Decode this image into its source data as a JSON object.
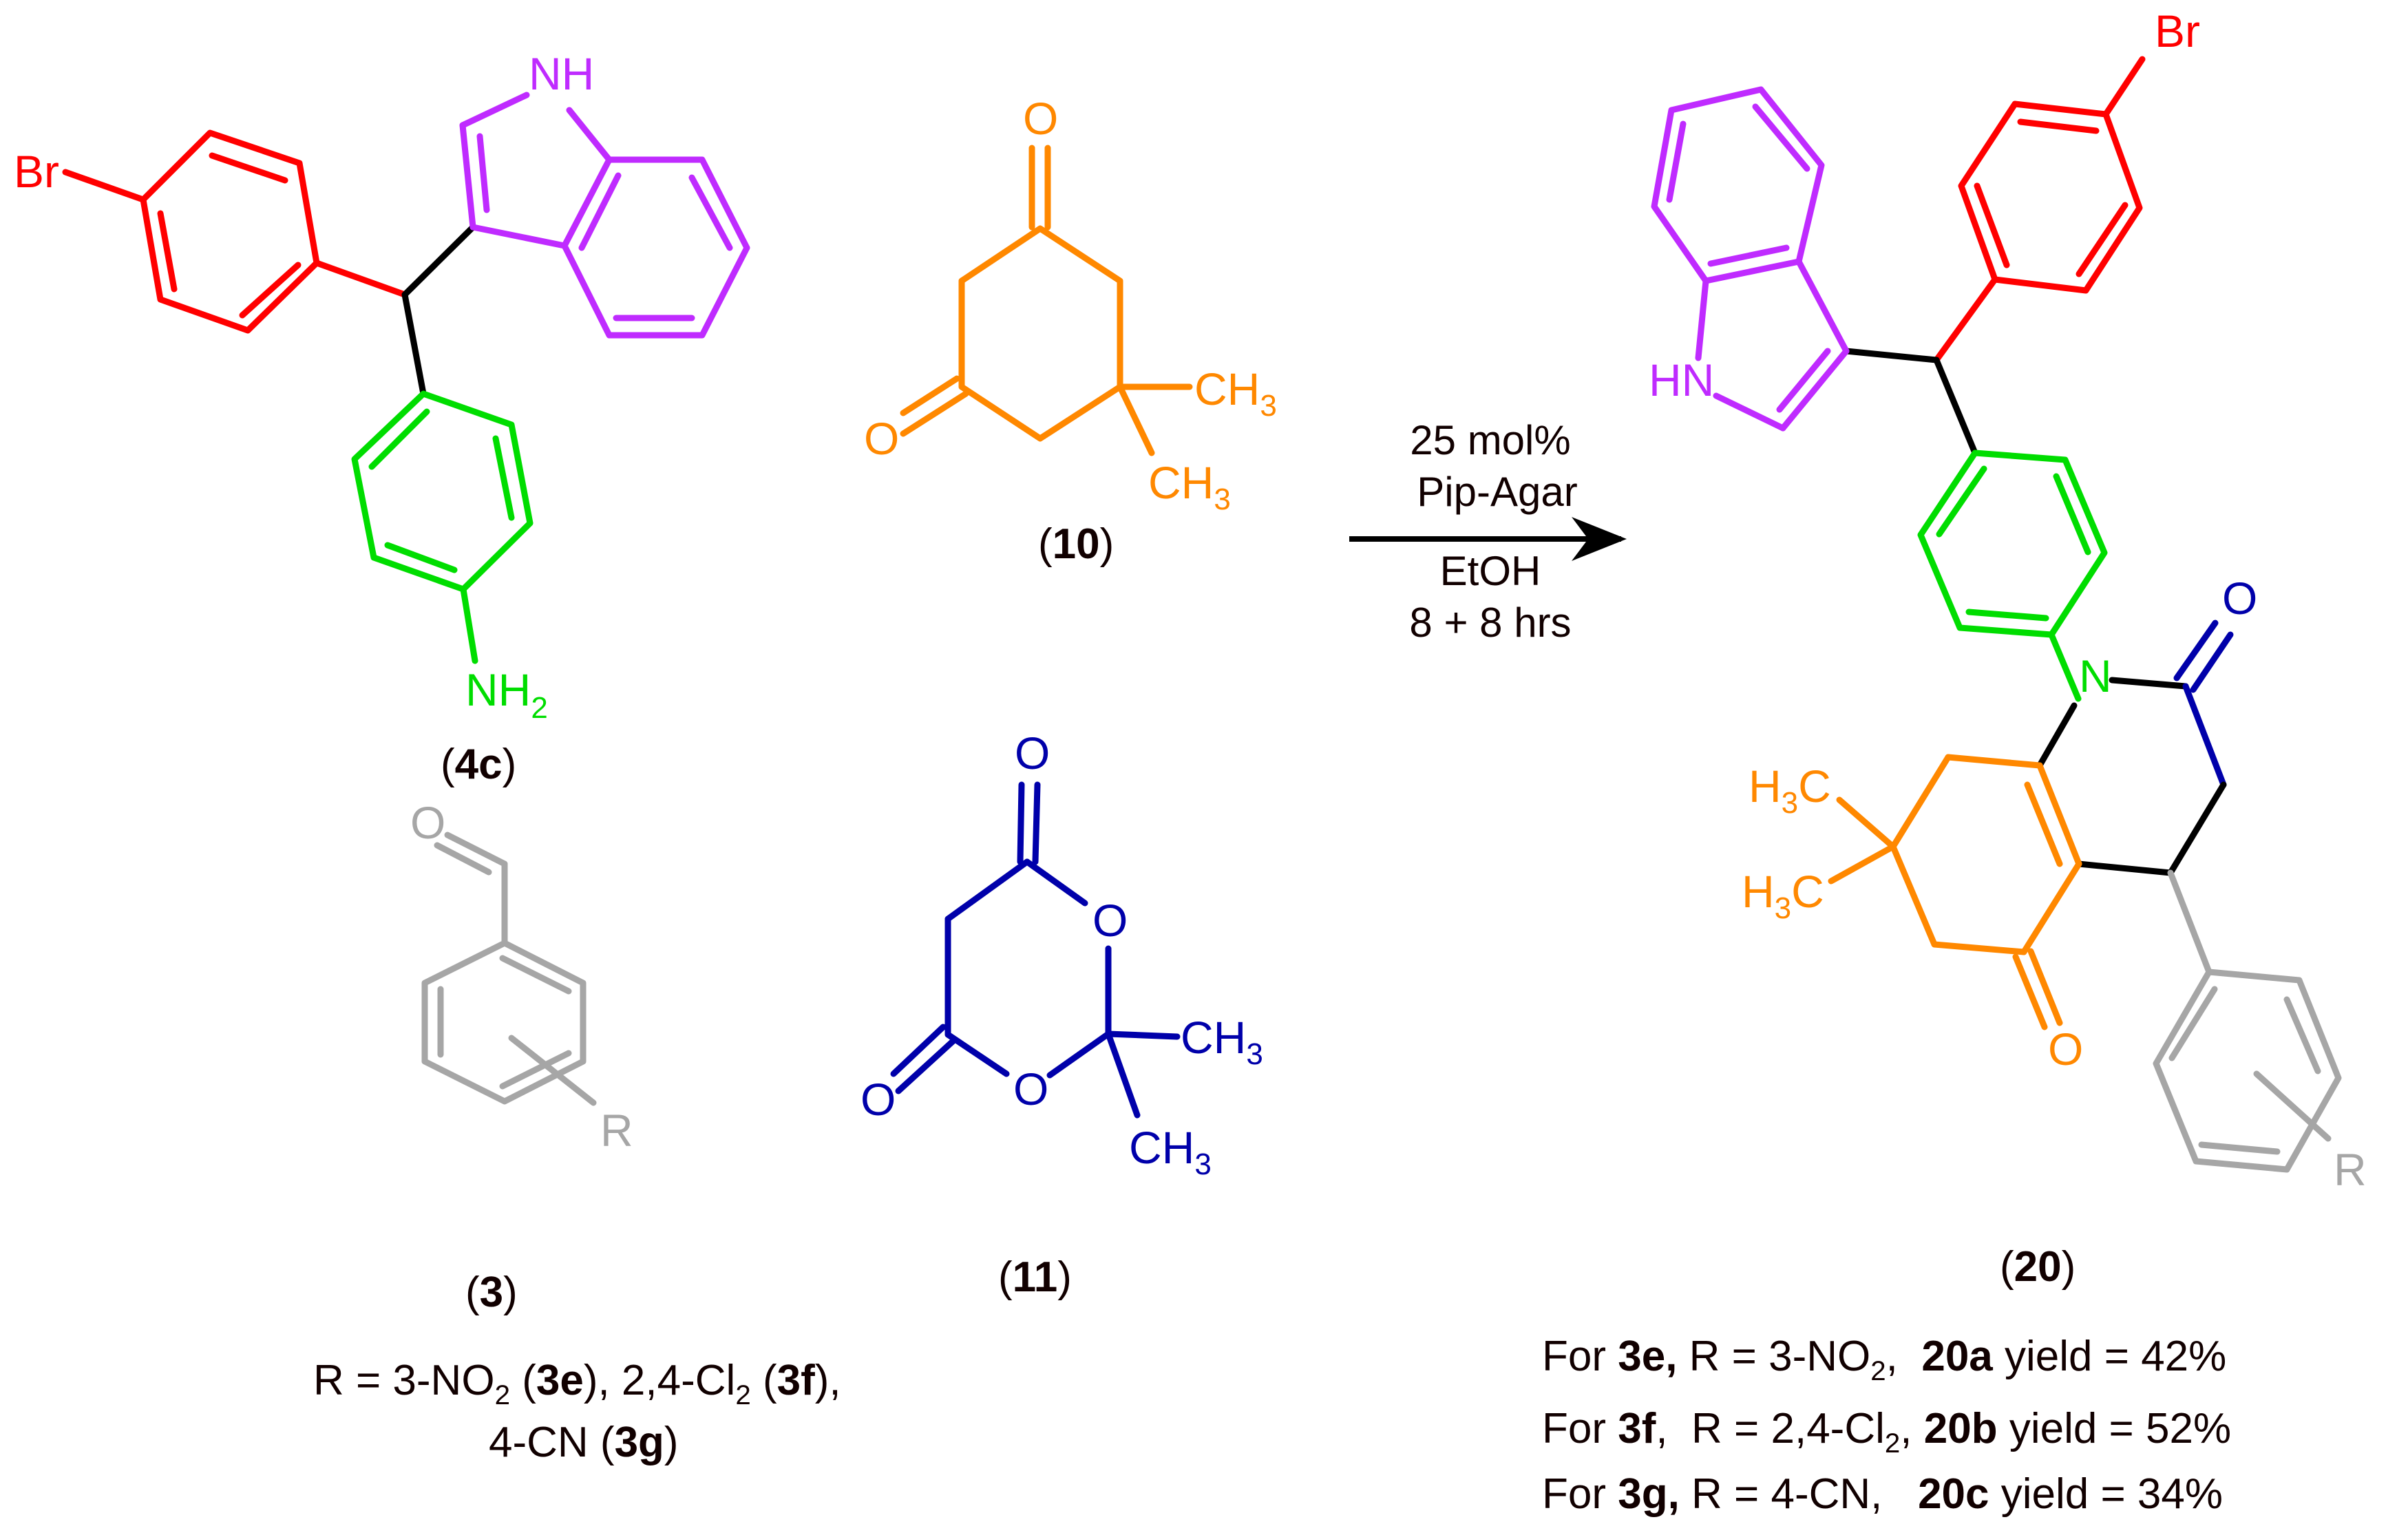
{
  "scheme": {
    "type": "reaction-scheme",
    "reactants": [
      {
        "id": "4c",
        "label_open": "(",
        "label_bold": "4c",
        "label_close": ")",
        "atoms": {
          "br": "Br",
          "nh": "NH",
          "nh2_main": "NH",
          "nh2_sub": "2"
        },
        "color_groups": {
          "bromophenyl": "#ff0000",
          "indole": "#bf2bff",
          "aniline": "#00dd00"
        }
      },
      {
        "id": "10",
        "label_open": "(",
        "label_bold": "10",
        "label_close": ")",
        "atoms": {
          "o_top": "O",
          "o_left": "O",
          "ch3_a": "CH",
          "ch3_b": "CH",
          "sub3": "3"
        },
        "color": "#ff8800"
      },
      {
        "id": "3",
        "label_open": "(",
        "label_bold": "3",
        "label_close": ")",
        "atoms": {
          "o": "O",
          "r": "R"
        },
        "color": "#a6a6a6"
      },
      {
        "id": "11",
        "label_open": "(",
        "label_bold": "11",
        "label_close": ")",
        "atoms": {
          "o_top": "O",
          "o_left": "O",
          "o_ring_a": "O",
          "o_ring_b": "O",
          "ch3_a": "CH",
          "ch3_b": "CH",
          "sub3": "3"
        },
        "color": "#0000aa"
      }
    ],
    "substituents_note": {
      "prefix": "R = 3-NO",
      "sub1": "2",
      "p1_open": " (",
      "b1": "3e",
      "p1_close": "), 2,4-Cl",
      "sub2": "2",
      "p2_open": " (",
      "b2": "3f",
      "p2_close": "),",
      "line2_prefix": "4-CN (",
      "b3": "3g",
      "line2_close": ")"
    },
    "conditions": {
      "catalyst_loading": "25 mol%",
      "catalyst": "Pip-Agar",
      "solvent": "EtOH",
      "time": "8 + 8 hrs"
    },
    "product": {
      "id": "20",
      "label_open": "(",
      "label_bold": "20",
      "label_close": ")",
      "atoms": {
        "br": "Br",
        "hn": "HN",
        "n": "N",
        "o_amide": "O",
        "o_ketone": "O",
        "h3c_a_h": "H",
        "h3c_a_sub": "3",
        "h3c_a_c": "C",
        "r": "R"
      },
      "yields": [
        {
          "for": "For ",
          "aldehyde": "3e,",
          "r_prefix": " R = 3-NO",
          "r_sub": "2",
          "r_suffix": ",  ",
          "compound": "20a",
          "yield_text": " yield = 42%",
          "yield_value": 42
        },
        {
          "for": "For ",
          "aldehyde": "3f",
          "r_prefix": ",  R = 2,4-Cl",
          "r_sub": "2",
          "r_suffix": ", ",
          "compound": "20b",
          "yield_text": " yield = 52%",
          "yield_value": 52
        },
        {
          "for": "For ",
          "aldehyde": "3g,",
          "r_prefix": " R = 4-CN,",
          "r_sub": "",
          "r_suffix": "   ",
          "compound": "20c",
          "yield_text": " yield = 34%",
          "yield_value": 34
        }
      ]
    }
  }
}
